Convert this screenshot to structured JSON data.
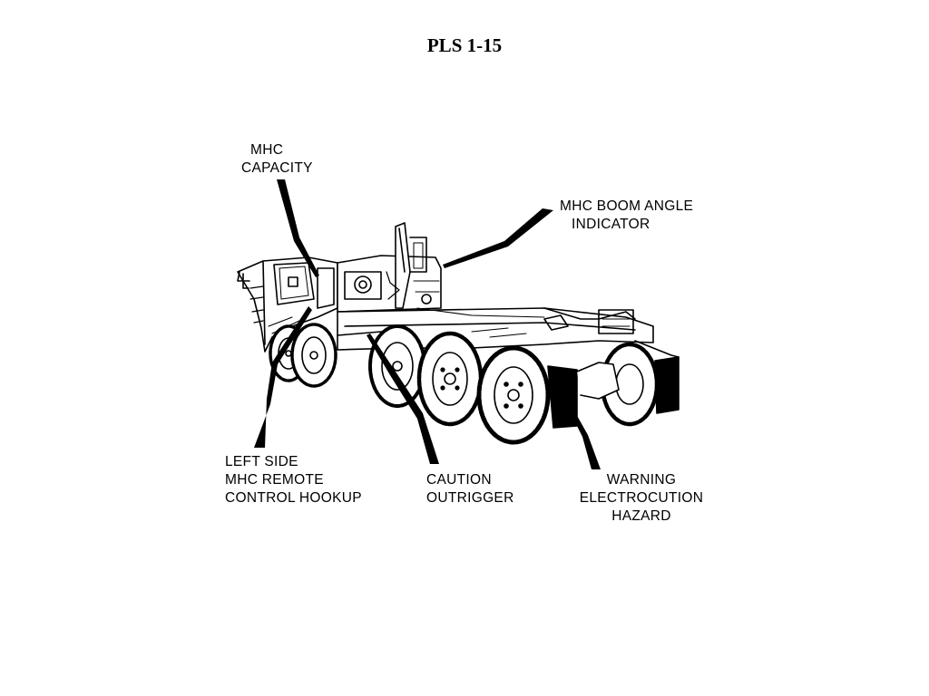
{
  "page": {
    "title": "PLS 1-15"
  },
  "callouts": {
    "capacity": [
      "MHC",
      "CAPACITY"
    ],
    "boom_angle": [
      "MHC BOOM ANGLE",
      "INDICATOR"
    ],
    "remote_control": [
      "LEFT SIDE",
      "MHC REMOTE",
      "CONTROL HOOKUP"
    ],
    "outrigger": [
      "CAUTION",
      "OUTRIGGER"
    ],
    "electrocution": [
      "WARNING",
      "ELECTROCUTION",
      "HAZARD"
    ]
  },
  "colors": {
    "ink": "#000000",
    "paper": "#ffffff"
  }
}
